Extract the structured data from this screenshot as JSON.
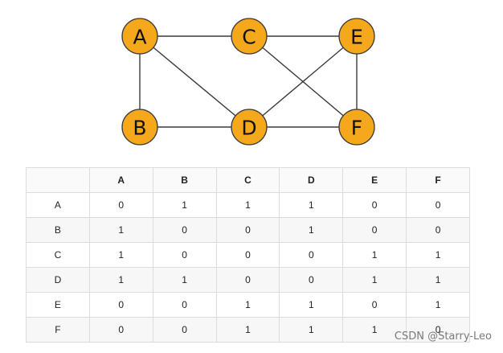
{
  "graph": {
    "nodes": [
      {
        "id": "A",
        "label": "A"
      },
      {
        "id": "B",
        "label": "B"
      },
      {
        "id": "C",
        "label": "C"
      },
      {
        "id": "D",
        "label": "D"
      },
      {
        "id": "E",
        "label": "E"
      },
      {
        "id": "F",
        "label": "F"
      }
    ],
    "edges": [
      [
        "A",
        "B"
      ],
      [
        "A",
        "C"
      ],
      [
        "A",
        "D"
      ],
      [
        "B",
        "D"
      ],
      [
        "C",
        "E"
      ],
      [
        "C",
        "F"
      ],
      [
        "D",
        "E"
      ],
      [
        "D",
        "F"
      ],
      [
        "E",
        "F"
      ]
    ],
    "colors": {
      "node_fill": "#f5a81c",
      "node_stroke": "#3a3a3a",
      "edge": "#3a3a3a"
    }
  },
  "matrix": {
    "corner": "",
    "columns": [
      "A",
      "B",
      "C",
      "D",
      "E",
      "F"
    ],
    "rows": [
      {
        "label": "A",
        "values": [
          "0",
          "1",
          "1",
          "1",
          "0",
          "0"
        ]
      },
      {
        "label": "B",
        "values": [
          "1",
          "0",
          "0",
          "1",
          "0",
          "0"
        ]
      },
      {
        "label": "C",
        "values": [
          "1",
          "0",
          "0",
          "0",
          "1",
          "1"
        ]
      },
      {
        "label": "D",
        "values": [
          "1",
          "1",
          "0",
          "0",
          "1",
          "1"
        ]
      },
      {
        "label": "E",
        "values": [
          "0",
          "0",
          "1",
          "1",
          "0",
          "1"
        ]
      },
      {
        "label": "F",
        "values": [
          "0",
          "0",
          "1",
          "1",
          "1",
          "0"
        ]
      }
    ]
  },
  "watermark": "CSDN @Starry-Leo"
}
